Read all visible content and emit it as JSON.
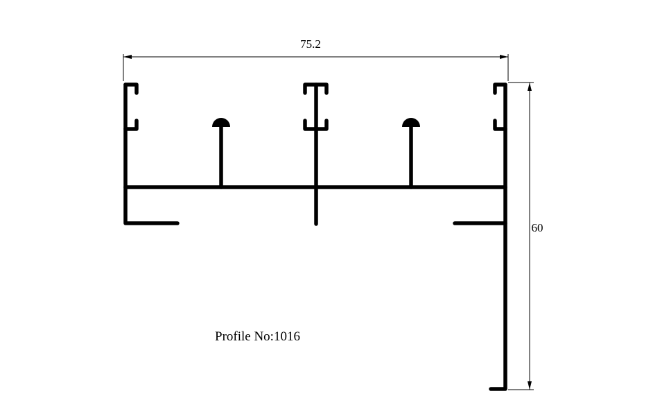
{
  "drawing": {
    "width_dimension": "75.2",
    "height_dimension": "60",
    "caption": "Profile No:1016",
    "line_color": "#000000",
    "background_color": "#ffffff"
  }
}
